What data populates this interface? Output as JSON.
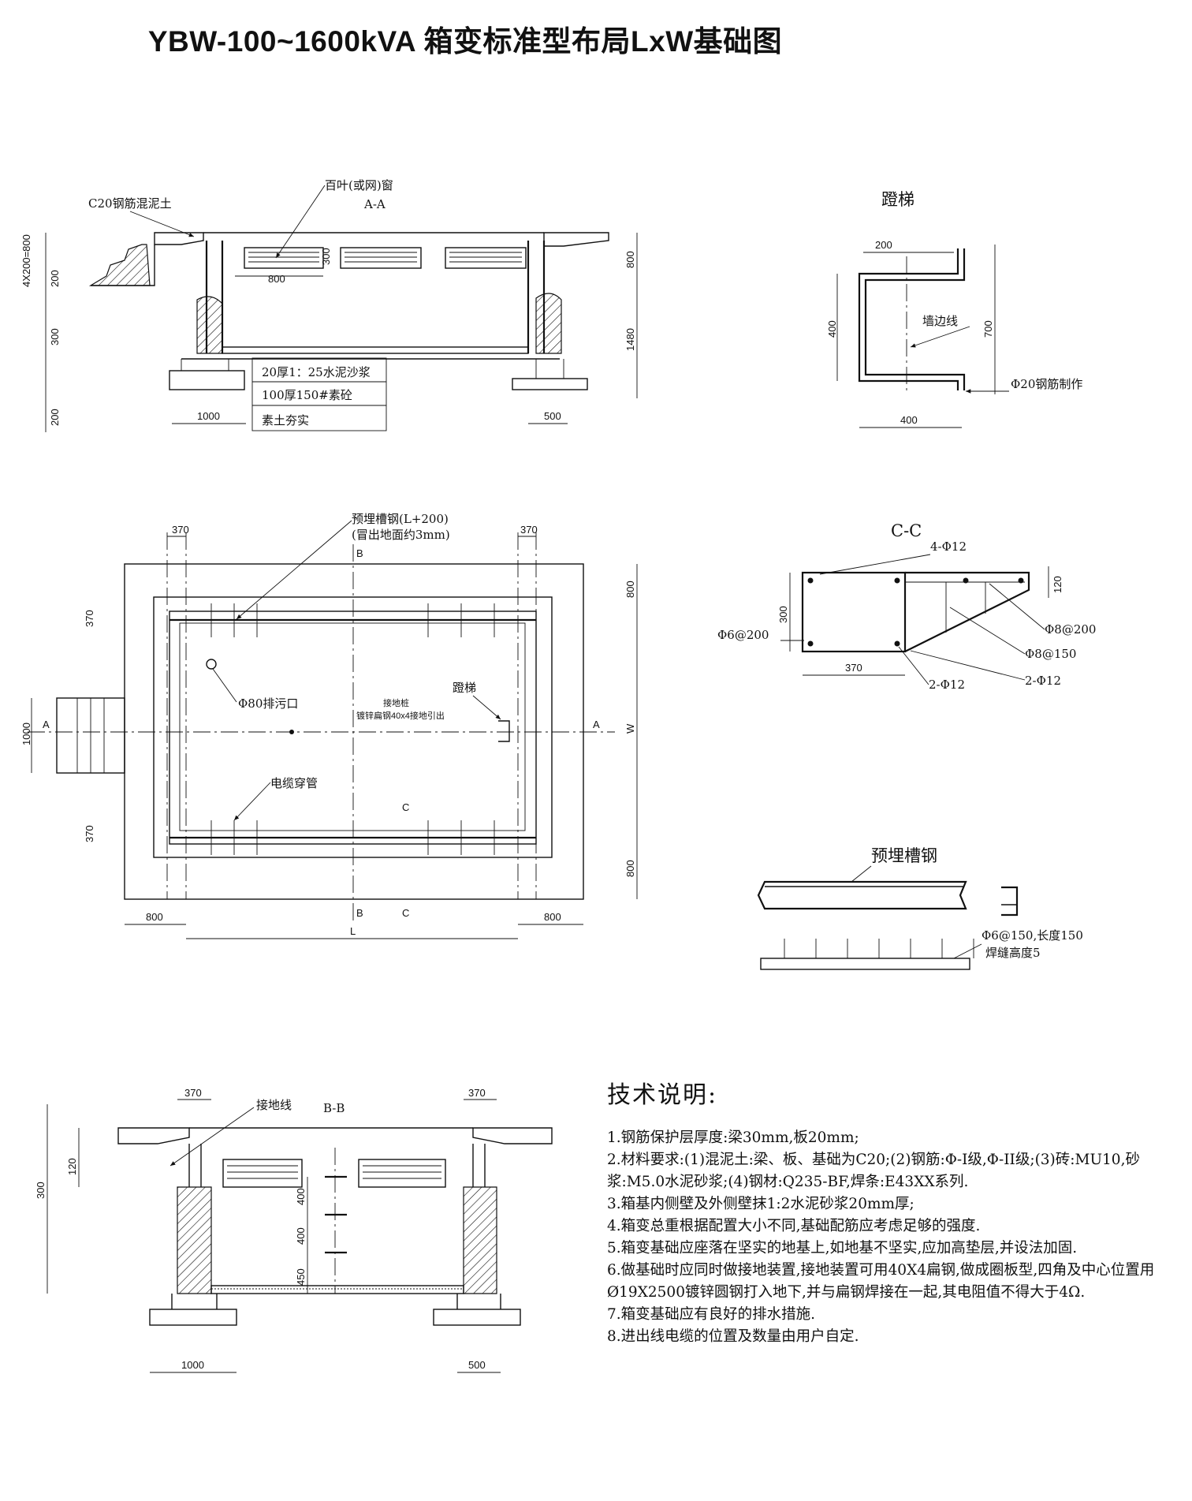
{
  "title": "YBW-100~1600kVA 箱变标准型布局LxW基础图",
  "views": {
    "section_aa": {
      "label": "A-A",
      "callouts": {
        "concrete": "C20钢筋混泥土",
        "louver": "百叶(或网)窗",
        "layer1": "20厚1：25水泥沙浆",
        "layer2": "100厚150#素砼",
        "layer3": "素土夯实"
      },
      "dims": {
        "steps": "4X200=800",
        "d200a": "200",
        "d300": "300",
        "d200b": "200",
        "louver_w": "800",
        "louver_h": "300",
        "right800": "800",
        "right1480": "1480",
        "foot1000": "1000",
        "foot500": "500"
      }
    },
    "ladder": {
      "label": "蹬梯",
      "wall_line": "墙边线",
      "rebar": "Φ20钢筋制作",
      "dims": {
        "top": "200",
        "h400": "400",
        "h700": "700",
        "bottom": "400"
      }
    },
    "plan": {
      "channel": "预埋槽钢(L+200)",
      "channel_note": "(冒出地面约3mm)",
      "drain": "Φ80排污口",
      "ground_pile": "接地桩",
      "ground_note": "镀锌扁钢40x4接地引出",
      "ladder": "蹬梯",
      "cable": "电缆穿管",
      "marks": {
        "a": "A",
        "b": "B",
        "c": "C"
      },
      "dims": {
        "d370a": "370",
        "d370b": "370",
        "d370c": "370",
        "d370d": "370",
        "d800top": "800",
        "d800bot": "800",
        "d800l": "800",
        "d800r": "800",
        "d1000": "1000",
        "L": "L",
        "W": "W"
      }
    },
    "section_cc": {
      "label": "C-C",
      "bar_top": "4-Φ12",
      "stir_left": "Φ6@200",
      "stir_r1": "Φ8@200",
      "stir_r2": "Φ8@150",
      "bar_bot1": "2-Φ12",
      "bar_bot2": "2-Φ12",
      "dims": {
        "d300": "300",
        "d370": "370",
        "d120": "120"
      }
    },
    "channel_detail": {
      "label": "预埋槽钢",
      "anchor": "Φ6@150,长度150",
      "weld": "焊缝高度5"
    },
    "section_bb": {
      "label": "B-B",
      "ground_line": "接地线",
      "dims": {
        "d370a": "370",
        "d370b": "370",
        "d300": "300",
        "d120": "120",
        "d400a": "400",
        "d400b": "400",
        "d450": "450",
        "d1000": "1000",
        "d500": "500"
      }
    }
  },
  "notes": {
    "title": "技术说明:",
    "items": [
      "1.钢筋保护层厚度:梁30mm,板20mm;",
      "2.材料要求:(1)混泥土:梁、板、基础为C20;(2)钢筋:Φ-I级,Φ-II级;(3)砖:MU10,砂浆:M5.0水泥砂浆;(4)钢材:Q235-BF,焊条:E43XX系列.",
      "3.箱基内侧壁及外侧壁抹1:2水泥砂浆20mm厚;",
      "4.箱变总重根据配置大小不同,基础配筋应考虑足够的强度.",
      "5.箱变基础应座落在坚实的地基上,如地基不坚实,应加高垫层,并设法加固.",
      "6.做基础时应同时做接地装置,接地装置可用40X4扁钢,做成圈板型,四角及中心位置用Ø19X2500镀锌圆钢打入地下,并与扁钢焊接在一起,其电阻值不得大于4Ω.",
      "7.箱变基础应有良好的排水措施.",
      "8.进出线电缆的位置及数量由用户自定."
    ]
  }
}
